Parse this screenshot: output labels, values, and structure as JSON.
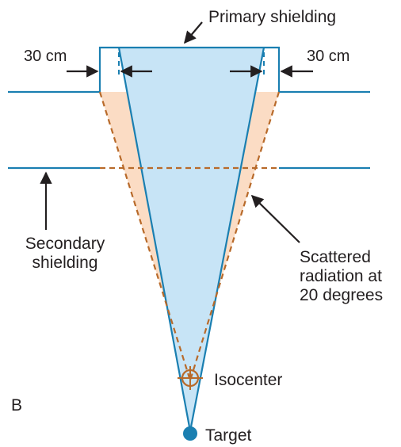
{
  "panel_label": "B",
  "labels": {
    "primary_shielding": "Primary shielding",
    "left_width": "30 cm",
    "right_width": "30 cm",
    "secondary_shielding_line1": "Secondary",
    "secondary_shielding_line2": "shielding",
    "scattered_line1": "Scattered",
    "scattered_line2": "radiation at",
    "scattered_line3": "20 degrees",
    "isocenter": "Isocenter",
    "target": "Target"
  },
  "colors": {
    "wall_line": "#1a7fb1",
    "primary_beam_fill": "#c7e4f6",
    "scatter_fill": "#fbdcc4",
    "scatter_dash": "#b86a2a",
    "arrow": "#231f20",
    "target_dot": "#1a7fb1"
  }
}
